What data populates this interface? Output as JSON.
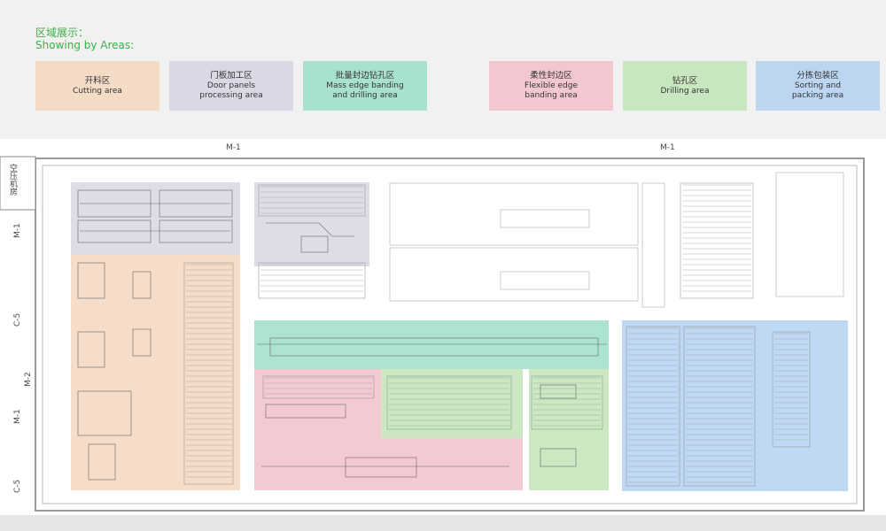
{
  "header": {
    "title_zh": "区域展示：",
    "title_en": "Showing by Areas:"
  },
  "legend": [
    {
      "zh": "开料区",
      "en": [
        "Cutting area"
      ],
      "color": "#f4dbc6"
    },
    {
      "zh": "门板加工区",
      "en": [
        "Door panels",
        "processing area"
      ],
      "color": "#d9d9e6"
    },
    {
      "zh": "批量封边钻孔区",
      "en": [
        "Mass edge banding",
        "and drilling area"
      ],
      "color": "#a8e2cf"
    },
    {
      "zh": "柔性封边区",
      "en": [
        "Flexible edge",
        "banding area"
      ],
      "color": "#f2c7d0"
    },
    {
      "zh": "钻孔区",
      "en": [
        "Drilling area"
      ],
      "color": "#c8e7c0"
    },
    {
      "zh": "分拣包装区",
      "en": [
        "Sorting and",
        "packing area"
      ],
      "color": "#bcd6f2"
    }
  ],
  "plan": {
    "room_label": "空压机房",
    "grid_labels_top": [
      "M-1",
      "M-1"
    ],
    "grid_labels_left": [
      "M-1",
      "C-5",
      "M-2",
      "M-1",
      "C-5"
    ]
  }
}
